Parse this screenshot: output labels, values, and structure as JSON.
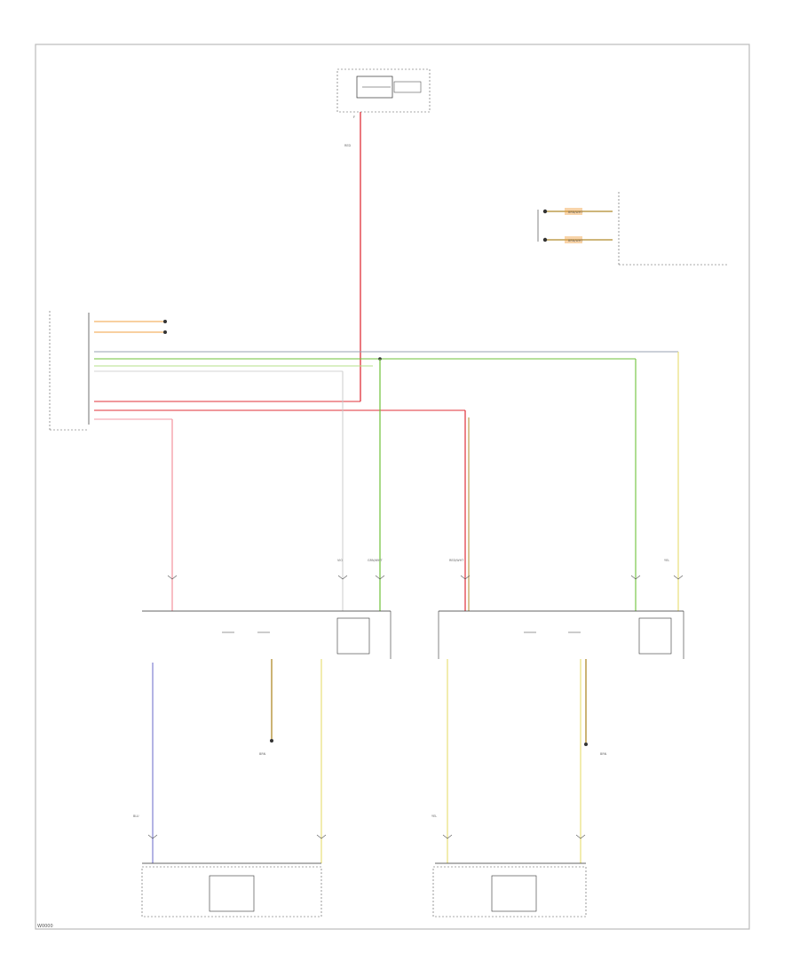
{
  "figure_id": "W0000",
  "components": {
    "top_fuse": {
      "pin": "F",
      "wire": "RED"
    },
    "esc_module": {
      "wire_a": "BRN/WHT",
      "wire_b": "BRN/WHT"
    },
    "left_fan_module": {
      "wires": [
        "VIO",
        "GRN/WHT"
      ]
    },
    "right_fan_module": {
      "wires": [
        "RED/WHT",
        "YEL"
      ]
    },
    "left_sensor": {
      "wire": "BRN"
    },
    "right_sensor": {
      "wire": "BRN"
    },
    "left_bottom_module": {
      "wire": "BLU"
    },
    "right_bottom_module": {
      "wire": "YEL"
    }
  },
  "colors": {
    "red": "#e0303a",
    "pink": "#f39aa4",
    "green": "#6ec23a",
    "lightgreen": "#b6e08a",
    "yellow": "#e8e07a",
    "blue": "#8a8ad6",
    "grey": "#9aa0b0",
    "brown": "#b08a2a",
    "orange": "#f0a040",
    "frame": "#bbbbbb",
    "box": "#333333"
  }
}
